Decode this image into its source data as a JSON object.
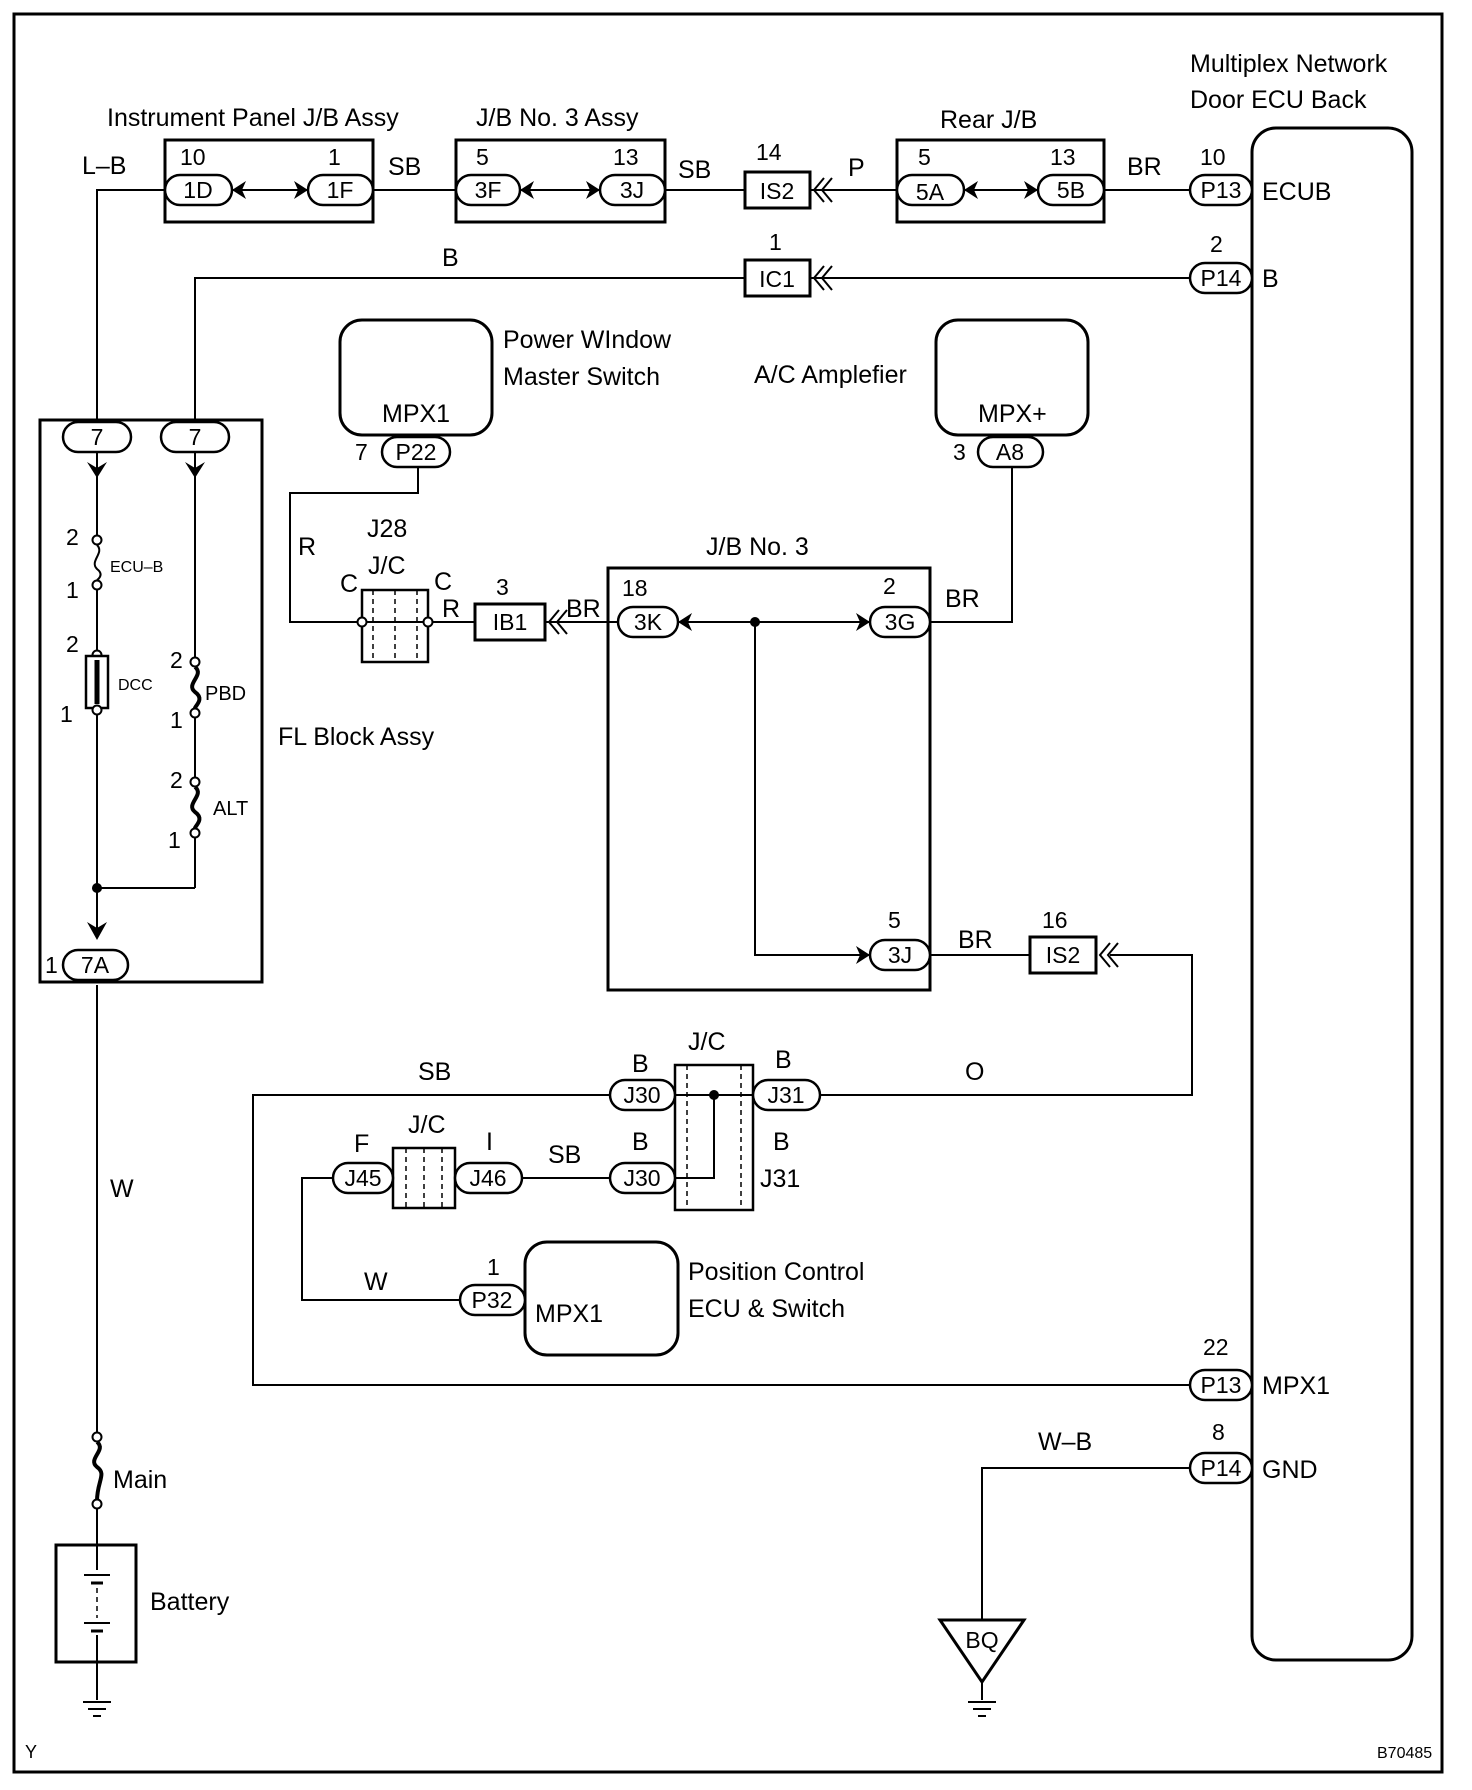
{
  "blocks": {
    "instrument_panel_jb": "Instrument Panel J/B Assy",
    "jb_no3_assy": "J/B No. 3 Assy",
    "rear_jb": "Rear J/B",
    "multiplex_line1": "Multiplex Network",
    "multiplex_line2": "Door ECU Back",
    "power_window_line1": "Power WIndow",
    "power_window_line2": "Master Switch",
    "ac_amplifier": "A/C Amplefier",
    "fl_block": "FL Block Assy",
    "jb_no3": "J/B No. 3",
    "position_line1": "Position Control",
    "position_line2": "ECU & Switch",
    "battery": "Battery"
  },
  "connectors": {
    "c1D": "1D",
    "c1F": "1F",
    "c3F": "3F",
    "c3J_top": "3J",
    "is2_top": "IS2",
    "c5A": "5A",
    "c5B": "5B",
    "p13_top": "P13",
    "ic1": "IC1",
    "p14_b": "P14",
    "p22": "P22",
    "a8": "A8",
    "fl7a": "7",
    "fl7b": "7",
    "c7A": "7A",
    "ib1": "IB1",
    "c3K": "3K",
    "c3G": "3G",
    "c3J_mid": "3J",
    "is2_mid": "IS2",
    "j30a": "J30",
    "j31a": "J31",
    "j45": "J45",
    "j46": "J46",
    "j30b": "J30",
    "p32": "P32",
    "p13_mpx": "P13",
    "p14_gnd": "P14",
    "bq": "BQ"
  },
  "pins": {
    "n10a": "10",
    "n1a": "1",
    "n5a": "5",
    "n13a": "13",
    "n14": "14",
    "n5b": "5",
    "n13b": "13",
    "n10b": "10",
    "n1_ic1": "1",
    "n2_p14": "2",
    "n7_p22": "7",
    "n3_a8": "3",
    "n3_ib1": "3",
    "n18": "18",
    "n2_3g": "2",
    "n5_3j": "5",
    "n16": "16",
    "n1_p32": "1",
    "n22": "22",
    "n8": "8",
    "fuse_ecub_2": "2",
    "fuse_ecub_1": "1",
    "dcc_2": "2",
    "dcc_1": "1",
    "pbd_2": "2",
    "pbd_1": "1",
    "alt_2": "2",
    "alt_1": "1",
    "n1_7a": "1"
  },
  "wires": {
    "lb": "L–B",
    "sb1": "SB",
    "sb2": "SB",
    "p": "P",
    "br_top": "BR",
    "b_top": "B",
    "r_left": "R",
    "r_ib1": "R",
    "br_ib1": "BR",
    "br_3g": "BR",
    "br_3j": "BR",
    "sb_j30": "SB",
    "o": "O",
    "sb_j46": "SB",
    "w_p32": "W",
    "w_main": "W",
    "wb": "W–B",
    "b_j30a": "B",
    "b_j31a": "B",
    "b_j30b": "B",
    "b_j31b": "B"
  },
  "pin_names": {
    "ecub": "ECUB",
    "b": "B",
    "mpx1_p22": "MPX1",
    "mpx_plus": "MPX+",
    "mpx1_p32": "MPX1",
    "mpx1_ecu": "MPX1",
    "gnd": "GND"
  },
  "junctions": {
    "j28": "J28",
    "jc1": "J/C",
    "c_left": "C",
    "c_right": "C",
    "jc2": "J/C",
    "jc3": "J/C",
    "f": "F",
    "i": "I",
    "j31": "J31"
  },
  "fuses": {
    "ecub": "ECU–B",
    "dcc": "DCC",
    "pbd": "PBD",
    "alt": "ALT",
    "main": "Main"
  },
  "footer": {
    "left": "Y",
    "code": "B70485"
  }
}
